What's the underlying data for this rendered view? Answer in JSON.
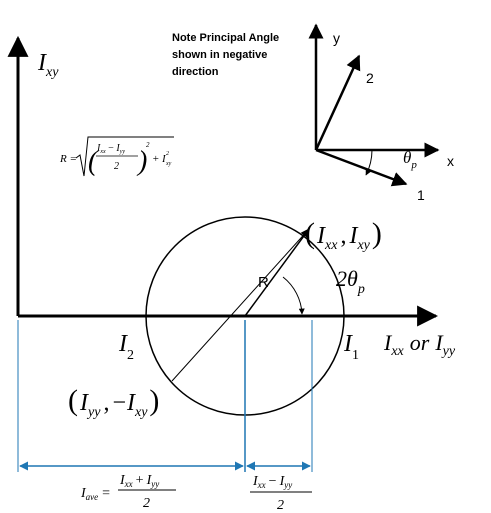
{
  "note": {
    "line1": "Note Principal Angle",
    "line2": "shown in negative",
    "line3": "direction"
  },
  "axes": {
    "vertical_main": "I",
    "vertical_sub": "xy",
    "horizontal_lead": "I",
    "horizontal_lead_sub": "xx",
    "horizontal_or": "or",
    "horizontal_tail": "I",
    "horizontal_tail_sub": "yy"
  },
  "inset": {
    "y_label": "y",
    "x_label": "x",
    "axis_1": "1",
    "axis_2": "2",
    "theta": "θ",
    "theta_sub": "p"
  },
  "points": {
    "top_open": "(",
    "top_i1": "I",
    "top_i1_sub": "xx",
    "top_comma": ",",
    "top_i2": "I",
    "top_i2_sub": "xy",
    "top_close": ")",
    "bottom_open": "(",
    "bottom_i1": "I",
    "bottom_i1_sub": "yy",
    "bottom_comma": ",",
    "bottom_minus": "−",
    "bottom_i2": "I",
    "bottom_i2_sub": "xy",
    "bottom_close": ")"
  },
  "labels": {
    "radius": "R",
    "angle_num": "2θ",
    "angle_sub": "p",
    "i2": "I",
    "i2_sub": "2",
    "i1": "I",
    "i1_sub": "1"
  },
  "formulas": {
    "R_lhs": "R =",
    "R_num_a": "I",
    "R_num_a_sub": "xx",
    "R_minus": "−",
    "R_num_b": "I",
    "R_num_b_sub": "yy",
    "R_den": "2",
    "R_exp": "2",
    "R_plus": "+",
    "R_term": "I",
    "R_term_sup": "2",
    "R_term_sub": "xy",
    "ave_lhs": "I",
    "ave_lhs_sub": "ave",
    "ave_eq": "=",
    "ave_num_a": "I",
    "ave_num_a_sub": "xx",
    "ave_plus": "+",
    "ave_num_b": "I",
    "ave_num_b_sub": "yy",
    "ave_den": "2",
    "half_num_a": "I",
    "half_num_a_sub": "xx",
    "half_minus": "−",
    "half_num_b": "I",
    "half_num_b_sub": "yy",
    "half_den": "2"
  },
  "colors": {
    "ink": "#000000",
    "dimension": "#1f77b4"
  }
}
